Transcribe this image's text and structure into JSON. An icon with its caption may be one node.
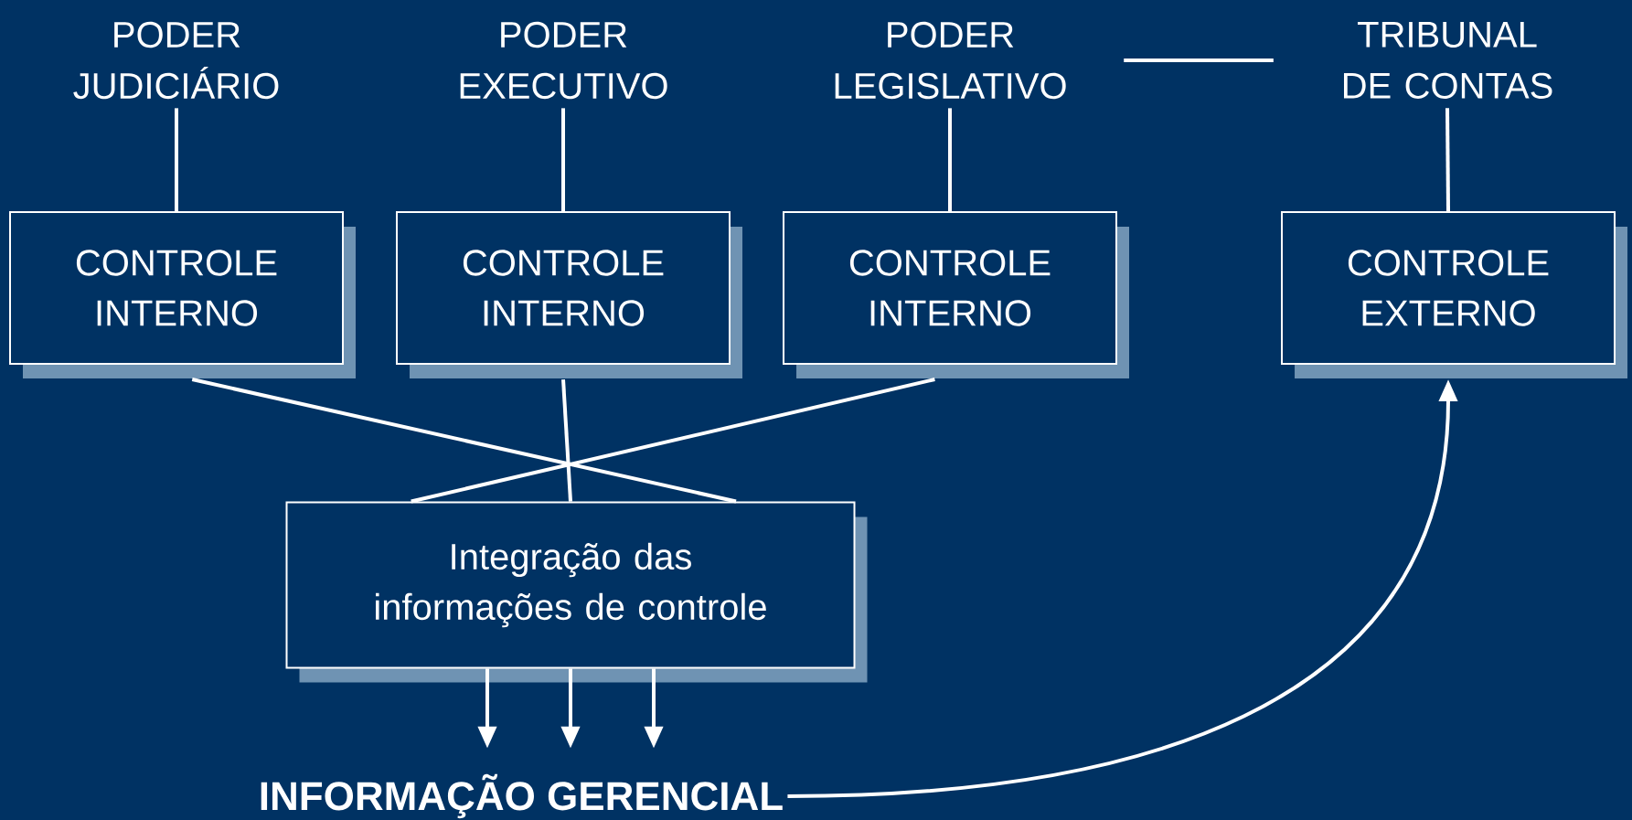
{
  "diagram": {
    "nodes": [
      {
        "text": [
          "PODER JUDICIÁRIO"
        ]
      },
      {
        "text": [
          "PODER EXECUTIVO"
        ]
      },
      {
        "text": [
          "PODER LEGISLATIVO"
        ]
      },
      {
        "text": [
          "TRIBUNAL DE CONTAS"
        ]
      },
      {
        "text": [
          "CONTROLE INTERNO"
        ]
      },
      {
        "text": [
          "CONTROLE INTERNO"
        ]
      },
      {
        "text": [
          "CONTROLE INTERNO"
        ]
      },
      {
        "text": [
          "CONTROLE EXTERNO"
        ]
      },
      {
        "text": [
          "Integração das informações de controle"
        ]
      },
      {
        "text": [
          "INFORMAÇÃO GERENCIAL"
        ]
      }
    ],
    "edges": [
      {
        "from": 0,
        "to": 4,
        "arrow": "none"
      },
      {
        "from": 1,
        "to": 5,
        "arrow": "none"
      },
      {
        "from": 2,
        "to": 6,
        "arrow": "none"
      },
      {
        "from": 2,
        "to": 3,
        "arrow": "none"
      },
      {
        "from": 3,
        "to": 7,
        "arrow": "none"
      },
      {
        "from": 4,
        "to": 8,
        "arrow": "none"
      },
      {
        "from": 5,
        "to": 8,
        "arrow": "none"
      },
      {
        "from": 6,
        "to": 8,
        "arrow": "none"
      },
      {
        "from": 8,
        "to": 9,
        "arrow": "to"
      },
      {
        "from": 8,
        "to": 9,
        "arrow": "to"
      },
      {
        "from": 8,
        "to": 9,
        "arrow": "to"
      },
      {
        "from": 9,
        "to": 7,
        "arrow": "to"
      }
    ]
  }
}
